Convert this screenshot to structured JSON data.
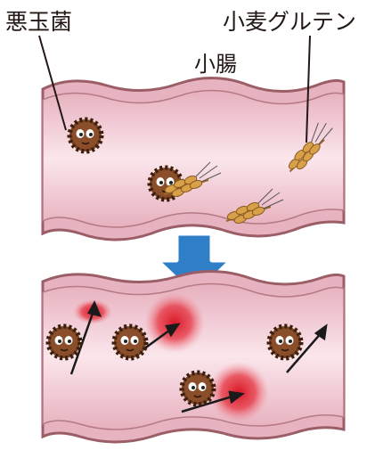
{
  "labels": {
    "bad_bacteria": "悪玉菌",
    "gluten": "小麦グルテン",
    "small_intestine": "小腸"
  },
  "colors": {
    "intestine_outer": "#e8b8c4",
    "intestine_inner": "#f6dbe2",
    "outline": "#9c5e66",
    "arrow": "#2f7fc8",
    "bacteria": "#7a4322",
    "inflammation": "#d81c2a",
    "wheat": "#d9a04a"
  }
}
